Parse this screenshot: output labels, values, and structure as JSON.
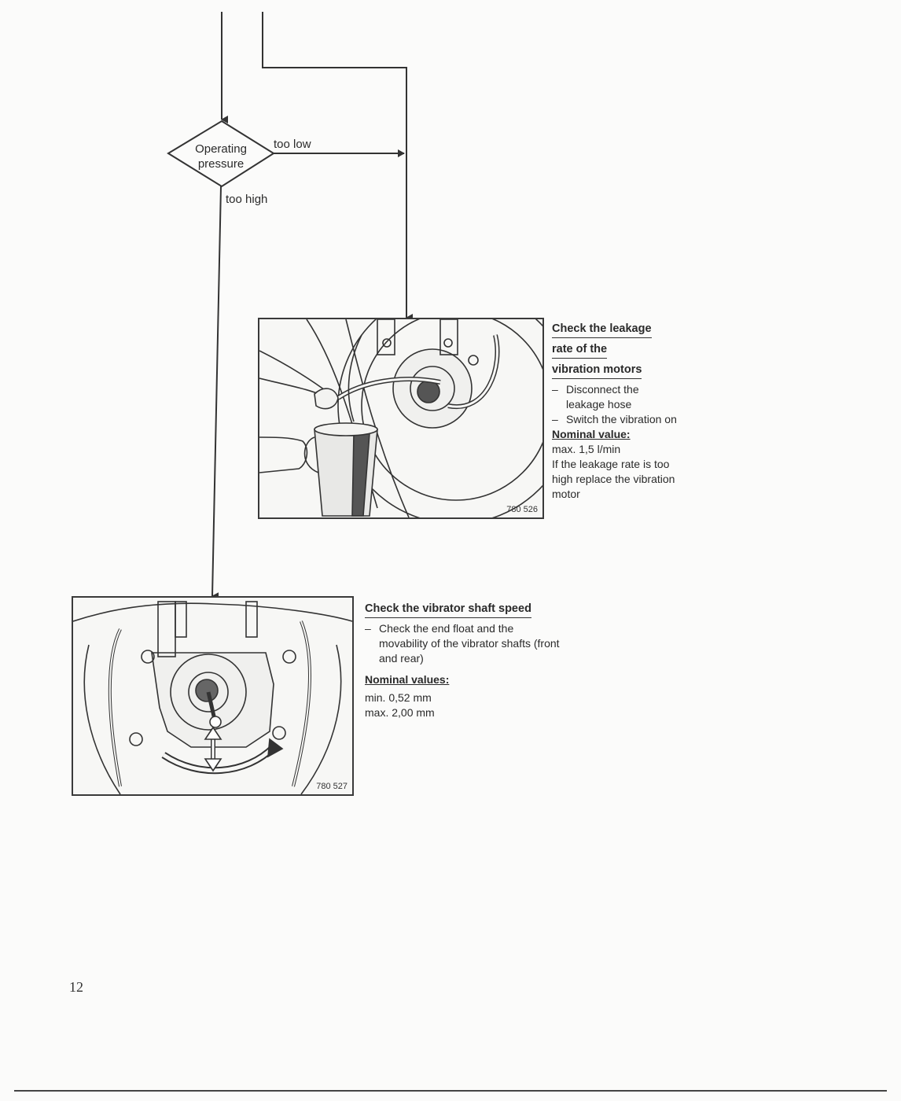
{
  "flowchart": {
    "decision": {
      "line1": "Operating",
      "line2": "pressure"
    },
    "branch_low": "too low",
    "branch_high": "too high"
  },
  "step_leakage": {
    "figure_id": "780 526",
    "heading_lines": [
      "Check the leakage",
      "rate of the",
      "vibration motors"
    ],
    "items": [
      "Disconnect the leakage hose",
      "Switch the vibration on"
    ],
    "nominal_label": "Nominal value:",
    "nominal_value": "max. 1,5 l/min",
    "note": "If the leakage rate is too high replace the vibration motor"
  },
  "step_shaft": {
    "figure_id": "780 527",
    "heading": "Check the vibrator shaft speed",
    "items": [
      "Check the end float and the movability of the vibrator shafts (front and rear)"
    ],
    "nominal_label": "Nominal values:",
    "values": [
      "min. 0,52 mm",
      "max. 2,00 mm"
    ]
  },
  "page_number": "12"
}
